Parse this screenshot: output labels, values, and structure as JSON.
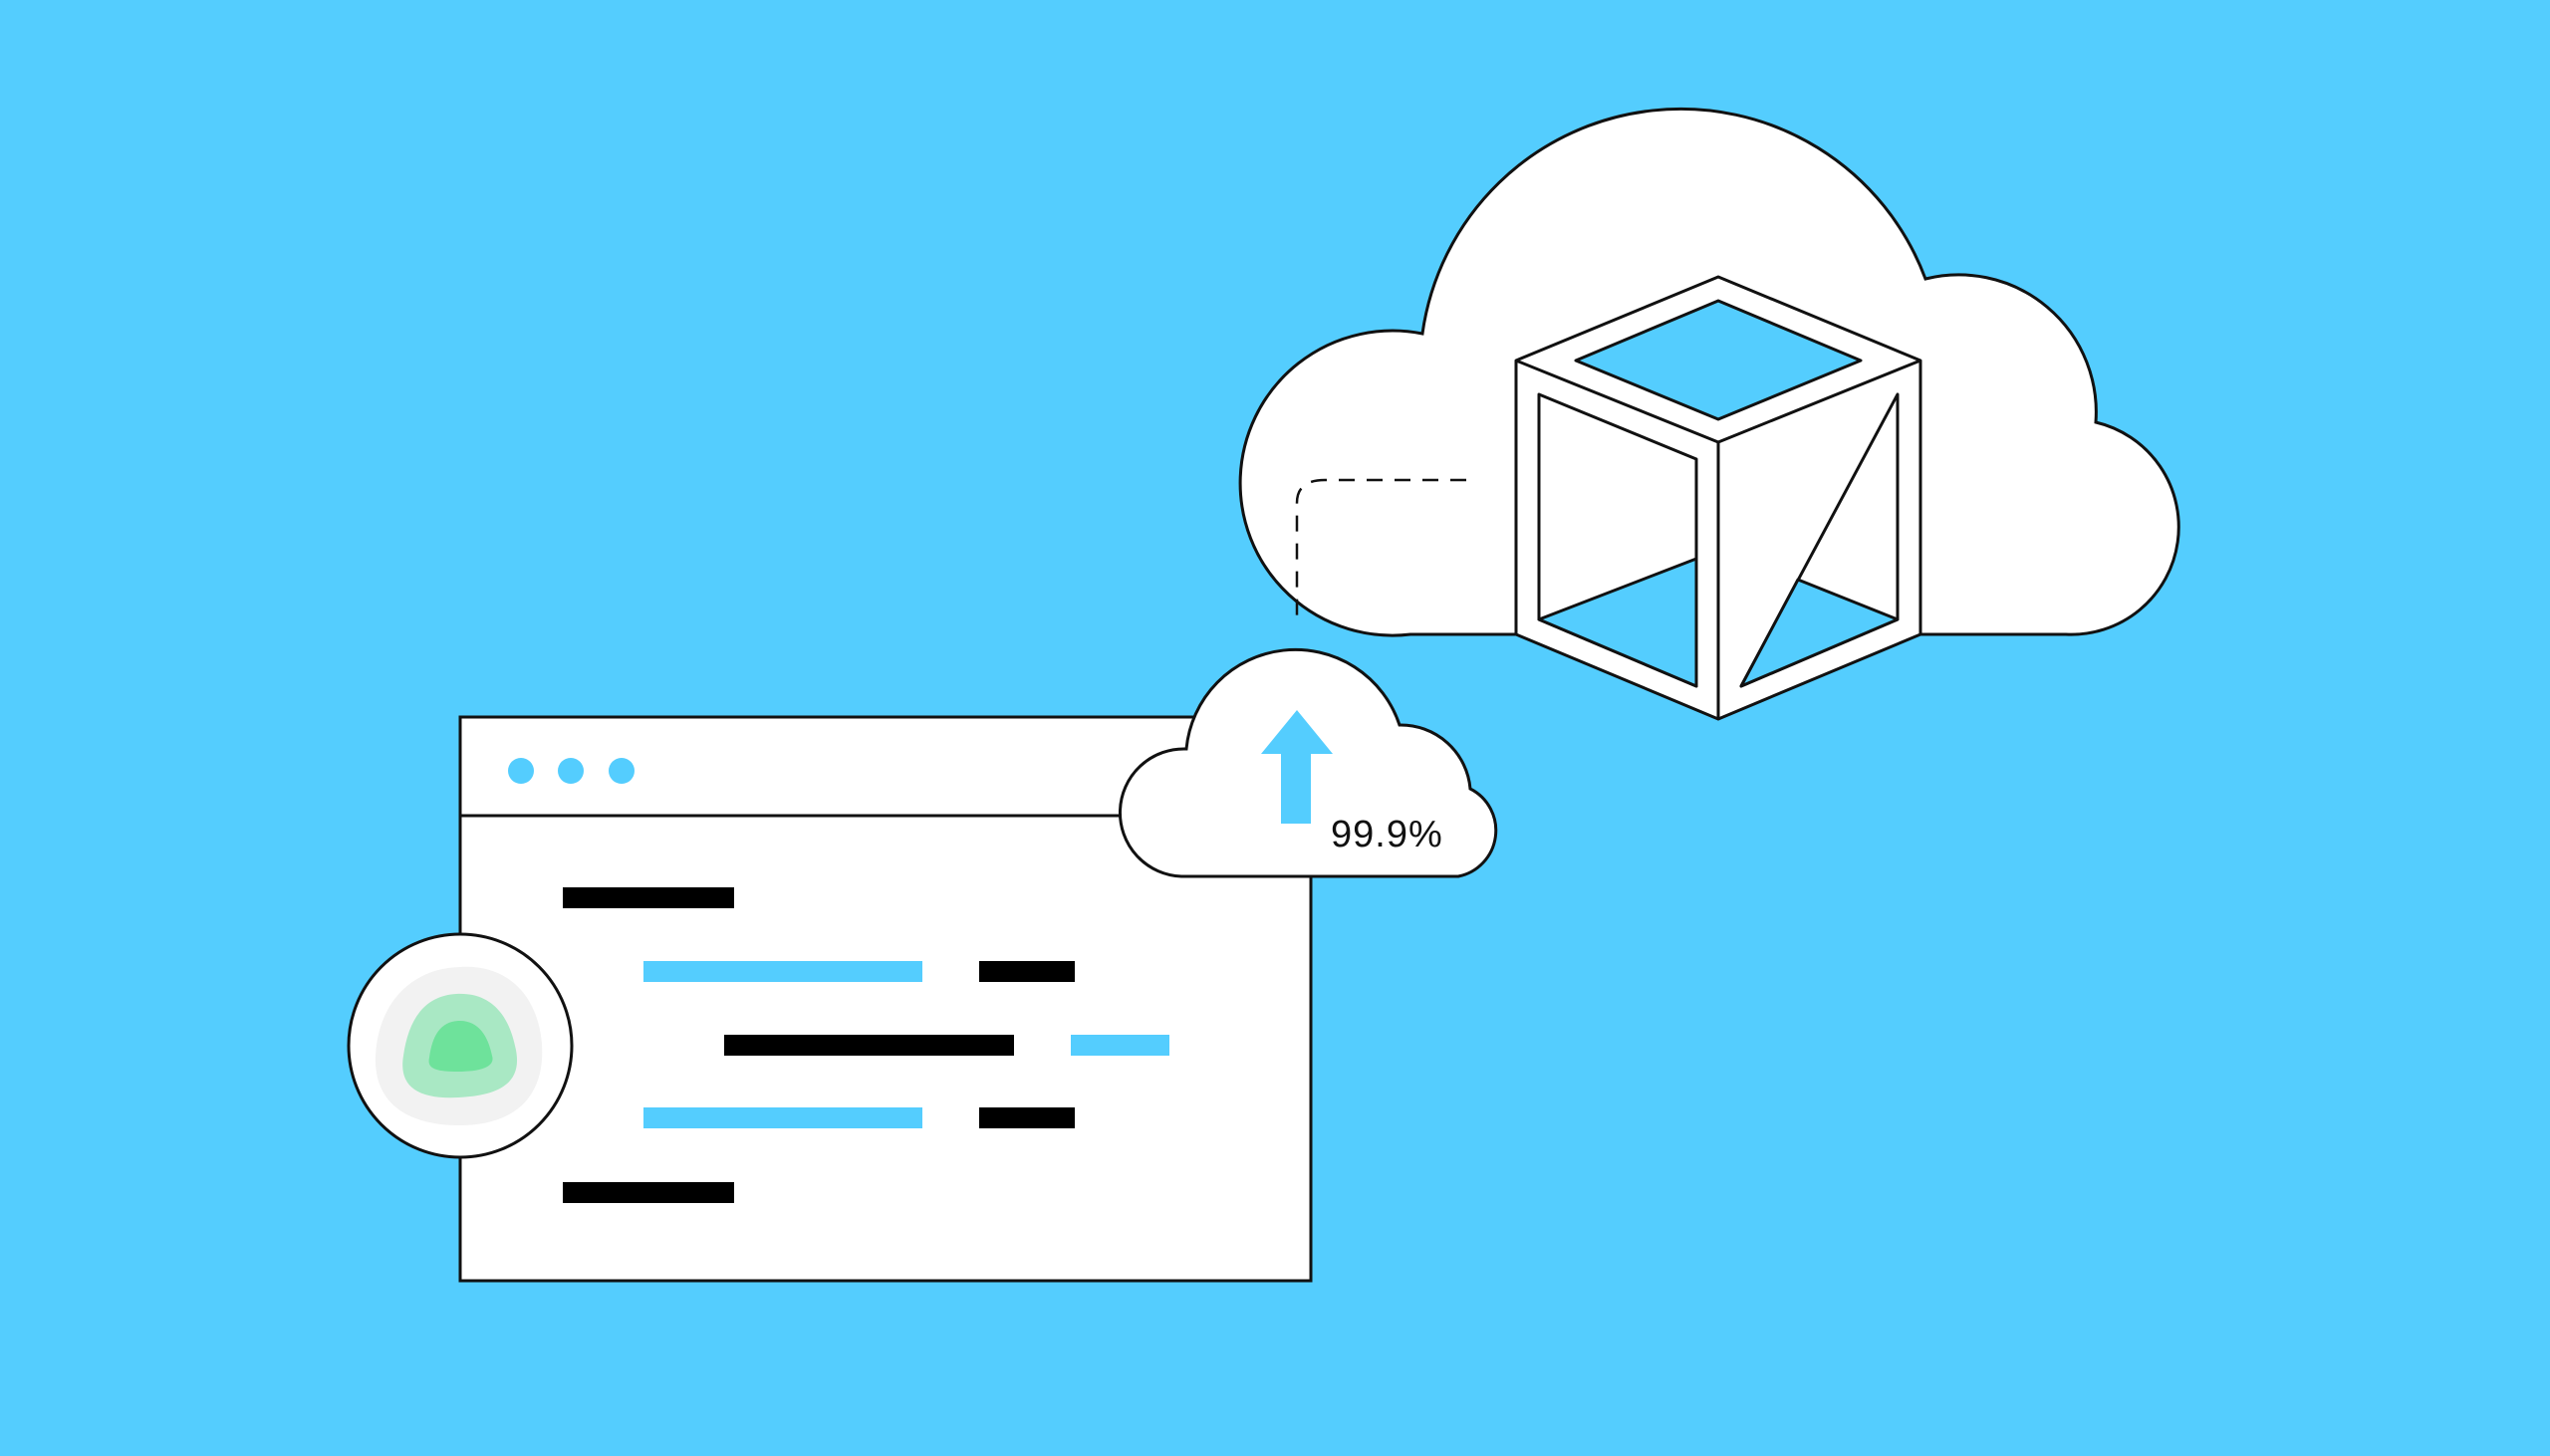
{
  "colors": {
    "background": "#54cdfe",
    "accent_blue": "#54cdfe",
    "outline": "#111111",
    "white": "#ffffff",
    "code_dark": "#000000",
    "status_green_core": "#6ee29b",
    "status_green_mid": "#a9e8c4",
    "status_green_outer": "#cdeedd",
    "status_halo": "#f2f2f2"
  },
  "upload": {
    "percentage_label": "99.9%",
    "icon": "upload-arrow-icon"
  },
  "browser_window": {
    "dots": [
      "window-dot",
      "window-dot",
      "window-dot"
    ],
    "code_lines": [
      [
        "dark"
      ],
      [
        "blue",
        "dark"
      ],
      [
        "dark",
        "blue"
      ],
      [
        "blue",
        "dark"
      ],
      [
        "dark"
      ]
    ]
  },
  "status_badge": {
    "icon": "status-blob-icon"
  },
  "cloud_storage": {
    "icon": "storage-box-icon"
  }
}
